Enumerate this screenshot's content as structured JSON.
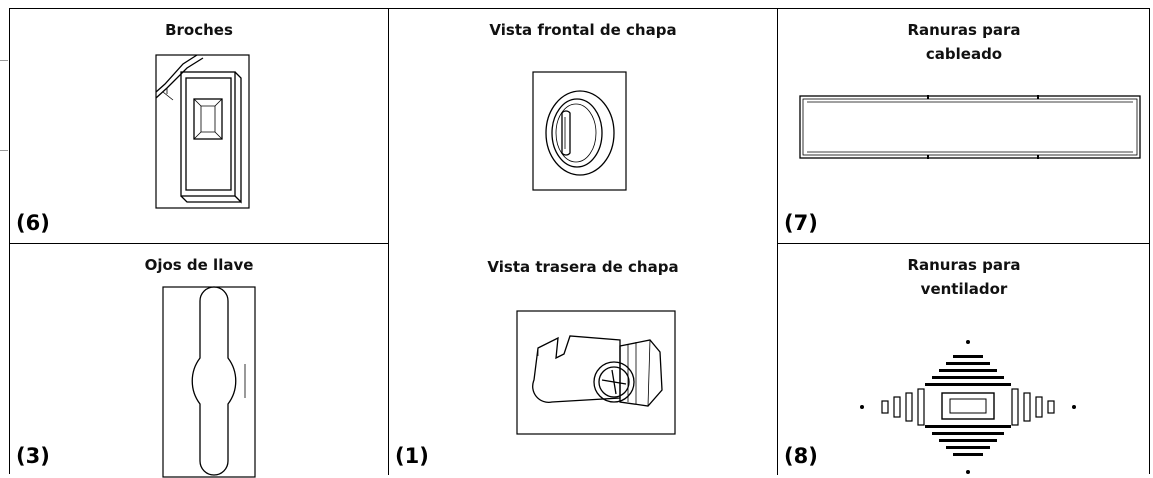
{
  "panels": {
    "broches": {
      "title": "Broches",
      "number": "(6)"
    },
    "chapa": {
      "title_front": "Vista frontal de chapa",
      "title_back": "Vista trasera de chapa",
      "number": "(1)"
    },
    "cableado": {
      "title_line1": "Ranuras para",
      "title_line2": "cableado",
      "number": "(7)"
    },
    "ojos": {
      "title": "Ojos de llave",
      "number": "(3)"
    },
    "ventilador": {
      "title_line1": "Ranuras para",
      "title_line2": "ventilador",
      "number": "(8)"
    }
  },
  "icons": [
    "clip-drawing",
    "lock-front-drawing",
    "lock-back-drawing",
    "cable-slot-drawing",
    "keyhole-drawing",
    "fan-vent-drawing"
  ]
}
